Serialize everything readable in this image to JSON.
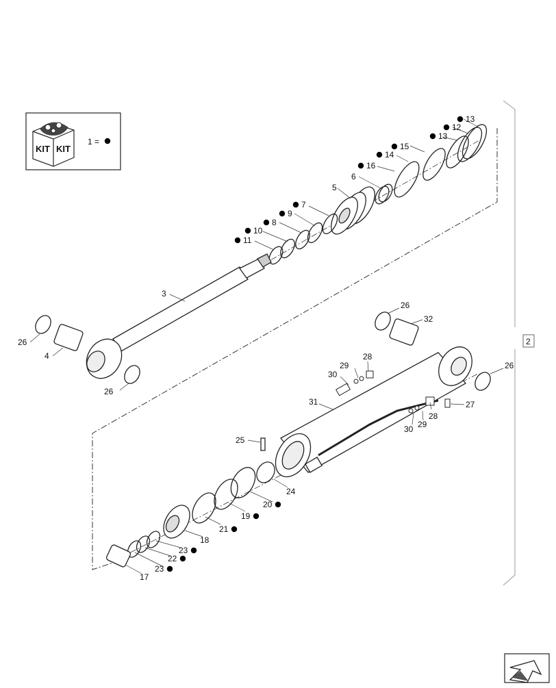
{
  "kit_box": {
    "badge_left": "KIT",
    "badge_right": "KIT",
    "legend_text": "1 =",
    "marker_color": "#000000"
  },
  "assembly_ref": "2",
  "callouts": [
    {
      "id": "c13a",
      "text": "13",
      "kit": true
    },
    {
      "id": "c12",
      "text": "12",
      "kit": true
    },
    {
      "id": "c13b",
      "text": "13",
      "kit": true
    },
    {
      "id": "c15",
      "text": "15",
      "kit": true
    },
    {
      "id": "c14",
      "text": "14",
      "kit": true
    },
    {
      "id": "c16",
      "text": "16",
      "kit": true
    },
    {
      "id": "c6",
      "text": "6",
      "kit": false
    },
    {
      "id": "c5",
      "text": "5",
      "kit": false
    },
    {
      "id": "c7",
      "text": "7",
      "kit": true
    },
    {
      "id": "c9",
      "text": "9",
      "kit": true
    },
    {
      "id": "c8",
      "text": "8",
      "kit": true
    },
    {
      "id": "c10",
      "text": "10",
      "kit": true
    },
    {
      "id": "c11",
      "text": "11",
      "kit": true
    },
    {
      "id": "c3",
      "text": "3",
      "kit": false
    },
    {
      "id": "c26a",
      "text": "26",
      "kit": false
    },
    {
      "id": "c4",
      "text": "4",
      "kit": false
    },
    {
      "id": "c26b",
      "text": "26",
      "kit": false
    },
    {
      "id": "c26c",
      "text": "26",
      "kit": false
    },
    {
      "id": "c32",
      "text": "32",
      "kit": false
    },
    {
      "id": "c29a",
      "text": "29",
      "kit": false
    },
    {
      "id": "c28a",
      "text": "28",
      "kit": false
    },
    {
      "id": "c30a",
      "text": "30",
      "kit": false
    },
    {
      "id": "c26d",
      "text": "26",
      "kit": false
    },
    {
      "id": "c31",
      "text": "31",
      "kit": false
    },
    {
      "id": "c27",
      "text": "27",
      "kit": false
    },
    {
      "id": "c28b",
      "text": "28",
      "kit": false
    },
    {
      "id": "c29b",
      "text": "29",
      "kit": false
    },
    {
      "id": "c30b",
      "text": "30",
      "kit": false
    },
    {
      "id": "c25",
      "text": "25",
      "kit": false
    },
    {
      "id": "c24",
      "text": "24",
      "kit": false
    },
    {
      "id": "c20",
      "text": "20",
      "kit": true
    },
    {
      "id": "c19",
      "text": "19",
      "kit": true
    },
    {
      "id": "c21",
      "text": "21",
      "kit": true
    },
    {
      "id": "c18",
      "text": "18",
      "kit": false
    },
    {
      "id": "c23a",
      "text": "23",
      "kit": true
    },
    {
      "id": "c22",
      "text": "22",
      "kit": true
    },
    {
      "id": "c23b",
      "text": "23",
      "kit": true
    },
    {
      "id": "c17",
      "text": "17",
      "kit": false
    }
  ]
}
